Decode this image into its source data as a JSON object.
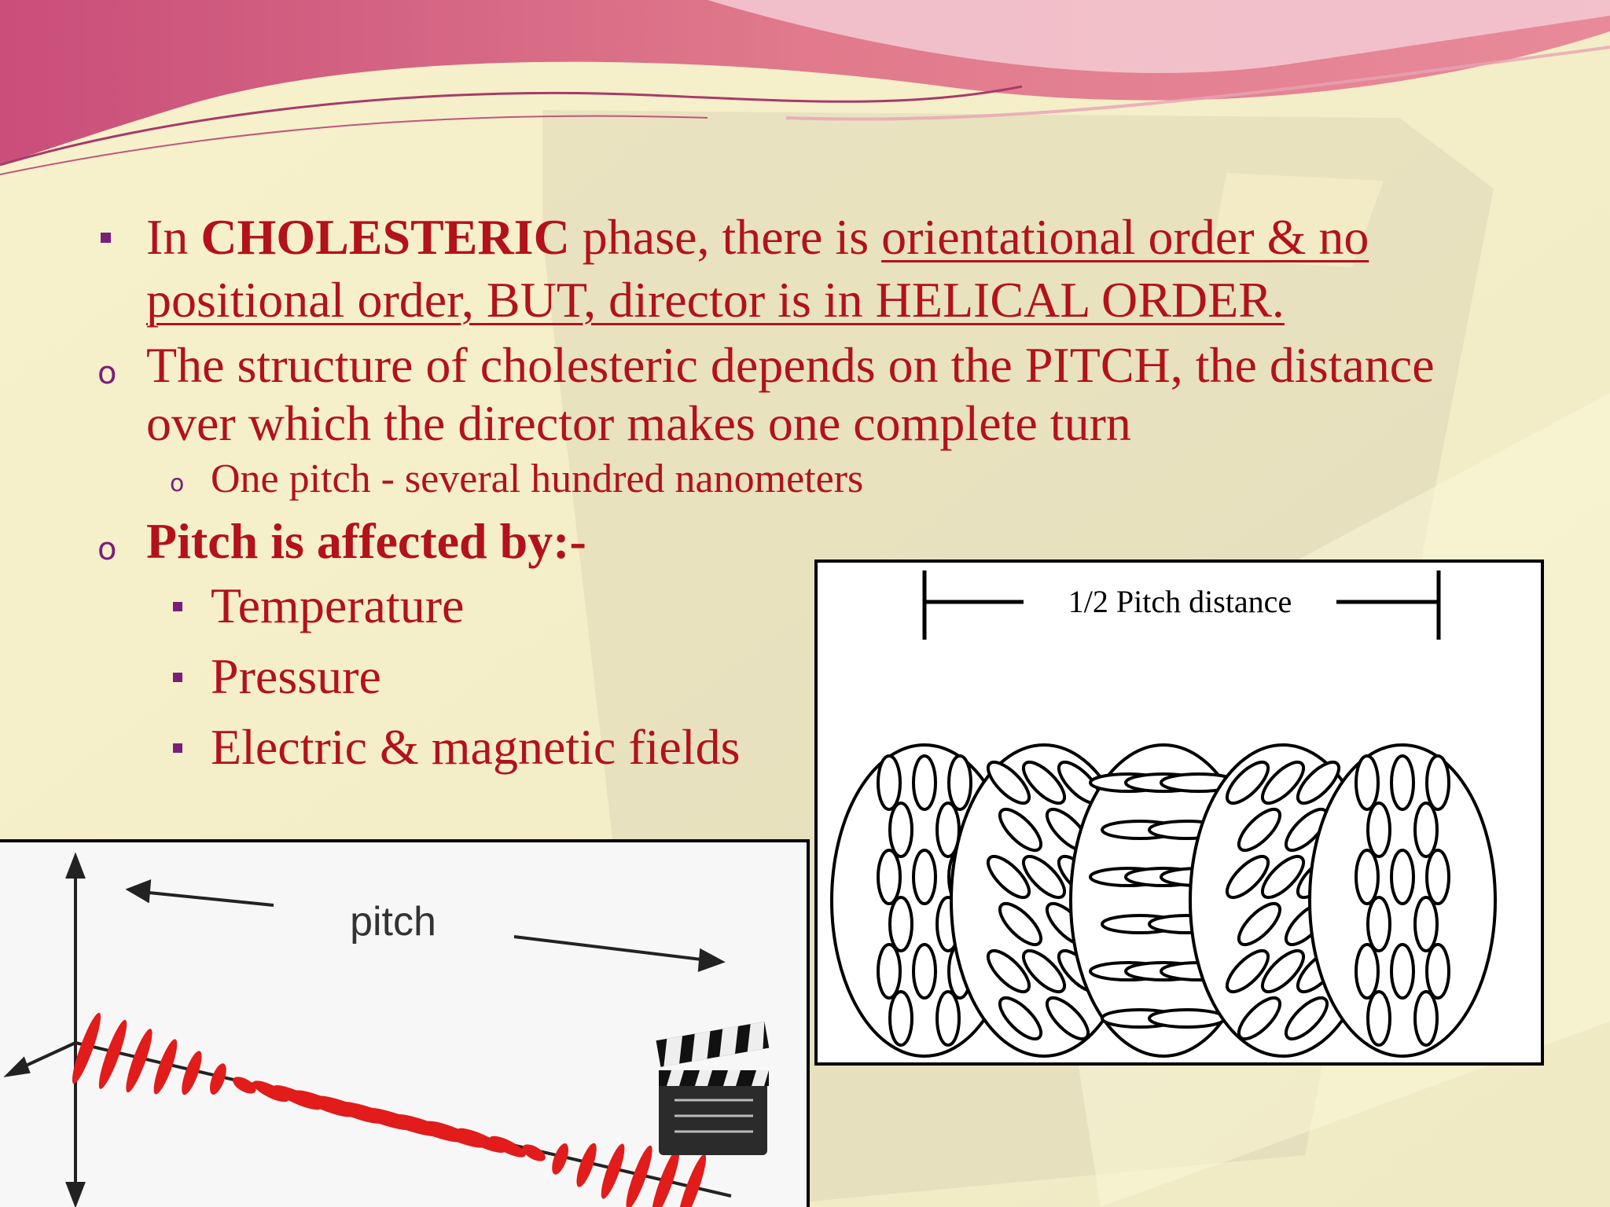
{
  "bullets": {
    "b1_prefix": "In ",
    "b1_bold": "CHOLESTERIC",
    "b1_mid": " phase, there is ",
    "b1_underline": "orientational order & no positional order, BUT, director is in HELICAL ORDER.",
    "b2": "The structure of cholesteric depends on the PITCH, the distance over which the director makes one complete turn",
    "b2_sub": "One pitch -  several hundred nanometers",
    "b3": "Pitch is affected by:-",
    "factors": [
      "Temperature",
      "Pressure",
      "Electric & magnetic fields"
    ]
  },
  "diagram_right": {
    "label": "1/2 Pitch  distance"
  },
  "diagram_left": {
    "label": "pitch"
  },
  "colors": {
    "text": "#b3121a",
    "bullet": "#7b1e7a",
    "background": "#f4eec8",
    "wave": "#d9607a"
  },
  "icons": [
    "square-bullet-icon",
    "circle-bullet-icon",
    "clapperboard-icon"
  ]
}
